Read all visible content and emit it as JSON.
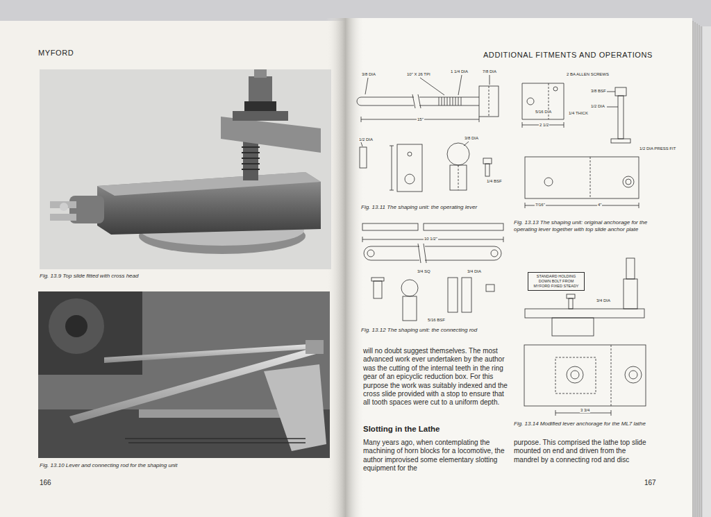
{
  "diagram": {
    "nodes": [
      {
        "text": [
          "STANDARD HOLDING DOWN BOLT FROM MYFORD FIXED STEADY"
        ]
      }
    ],
    "labels": [
      "MYFORD",
      "Fig. 13.9 Top slide fitted with cross head",
      "Fig. 13.10 Lever and connecting rod for the shaping unit",
      "166",
      "ADDITIONAL FITMENTS AND OPERATIONS",
      "Fig. 13.11 The shaping unit: the operating lever",
      "Fig. 13.13 The shaping unit: original anchorage for the operating lever together with top slide anchor plate",
      "Fig. 13.12 The shaping unit: the connecting rod",
      "will no doubt suggest themselves. The most advanced work ever undertaken by the author was the cutting of the internal teeth in the ring gear of an epicyclic reduction box. For this purpose the work was suitably indexed and the cross slide provided with a stop to ensure that all tooth spaces were cut to a uniform depth.",
      "Slotting in the Lathe",
      "Many years ago, when contemplating the machining of horn blocks for a locomotive, the author improvised some elementary slotting equipment for the",
      "Fig. 13.14 Modified lever anchorage for the ML7 lathe",
      "purpose. This comprised the lathe top slide mounted on end and driven from the mandrel by a connecting rod and disc",
      "167",
      "3/8 DIA",
      "10\" X 26 TPI",
      "1 1/4 DIA",
      "7/8 DIA",
      "15\"",
      "1/2 DIA",
      "3/8 DIA",
      "1/4 BSF",
      "2 BA ALLEN SCREWS",
      "5/16 DIA",
      "2 1/2",
      "1/4 THICK",
      "3/8 BSF",
      "1/2 DIA",
      "1/2 DIA PRESS FIT",
      "7/16\"",
      "4\"",
      "10 1/2\"",
      "3/4 SQ",
      "3/4 DIA",
      "5/16 BSF",
      "3/4 DIA",
      "3 3/4"
    ]
  }
}
